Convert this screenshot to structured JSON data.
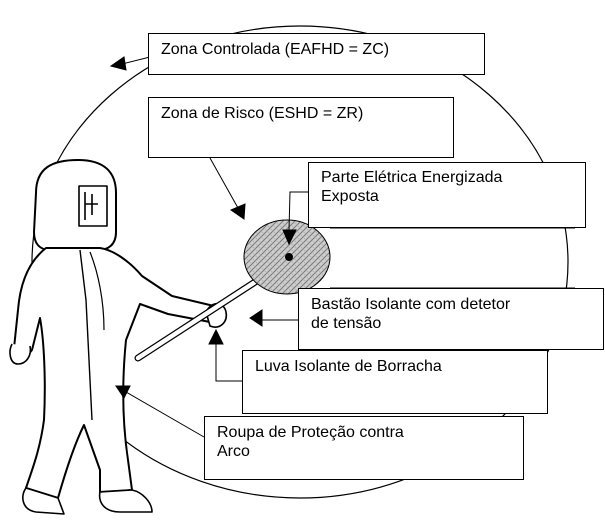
{
  "labels": {
    "zc": "Zona Controlada (EAFHD = ZC)",
    "zr": "Zona de Risco (ESHD = ZR)",
    "parte": "Parte Elétrica Energizada\nExposta",
    "bastao": "Bastão Isolante com detetor\nde tensão",
    "luva": "Luva Isolante de Borracha",
    "roupa": "Roupa de Proteção contra\nArco"
  },
  "colors": {
    "line": "#000000",
    "background": "#ffffff",
    "hatch": "#9a9a9a"
  }
}
